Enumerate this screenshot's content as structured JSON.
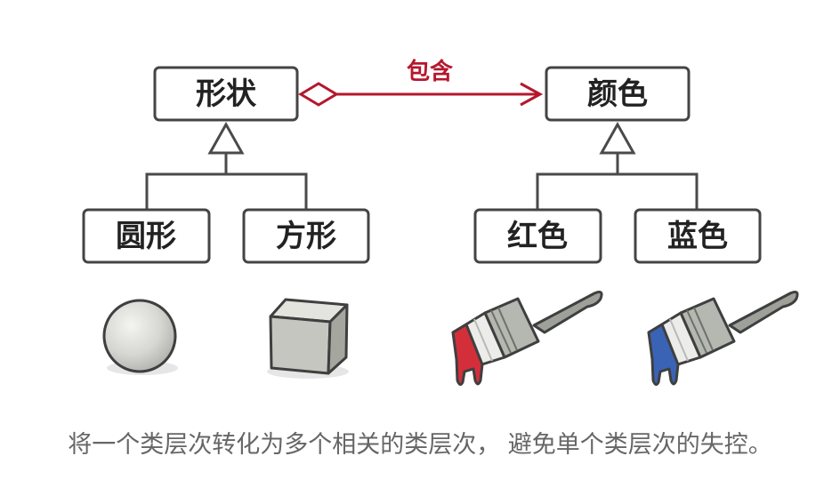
{
  "nodes": {
    "shape": "形状",
    "color": "颜色",
    "circle": "圆形",
    "square": "方形",
    "red": "红色",
    "blue": "蓝色"
  },
  "relation_label": "包含",
  "caption": "将一个类层次转化为多个相关的类层次， 避免单个类层次的失控。",
  "colors": {
    "relation": "#b5172d",
    "red_paint": "#d32f3a",
    "blue_paint": "#3b63b5",
    "line": "#4a4a4a"
  },
  "illustrations": [
    "sphere-icon",
    "cube-icon",
    "red-paintbrush-icon",
    "blue-paintbrush-icon"
  ]
}
